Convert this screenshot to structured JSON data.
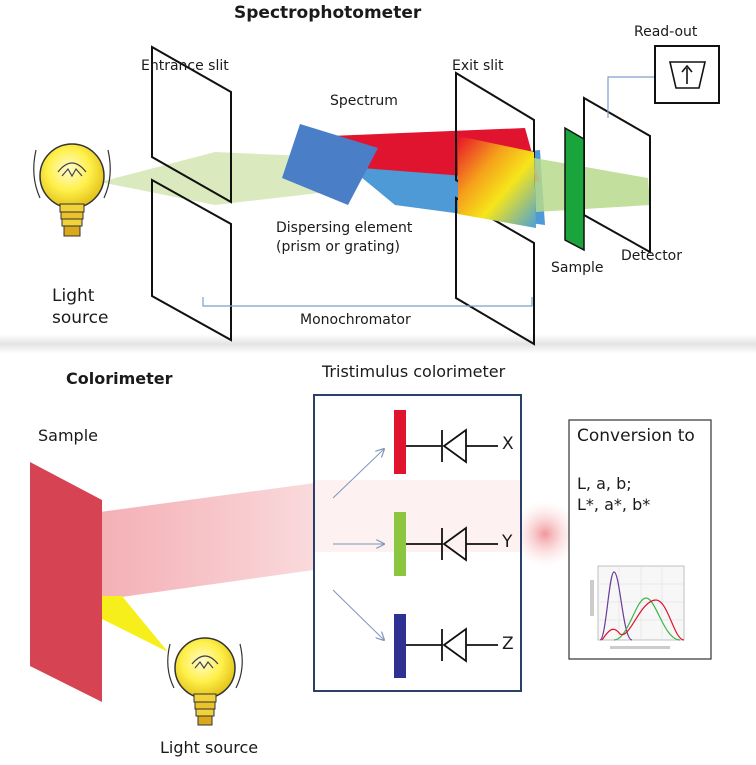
{
  "spectro": {
    "title": "Spectrophotometer",
    "readout": "Read-out",
    "entrance_slit": "Entrance slit",
    "exit_slit": "Exit slit",
    "spectrum": "Spectrum",
    "dispersing_line1": "Dispersing element",
    "dispersing_line2": "(prism or grating)",
    "sample": "Sample",
    "detector": "Detector",
    "light_line1": "Light",
    "light_line2": "source",
    "monochromator": "Monochromator"
  },
  "colori": {
    "title": "Colorimeter",
    "tristimulus": "Tristimulus colorimeter",
    "sample": "Sample",
    "light_source": "Light source",
    "channels": [
      "X",
      "Y",
      "Z"
    ],
    "conversion_title": "Conversion to",
    "conversion_line1": "L, a, b;",
    "conversion_line2": "L*, a*, b*"
  },
  "colors": {
    "red": "#e0142e",
    "green": "#8cc63f",
    "blue": "#2e3192",
    "sample_green": "#1aa53c",
    "box_border": "#2b3f6b"
  }
}
